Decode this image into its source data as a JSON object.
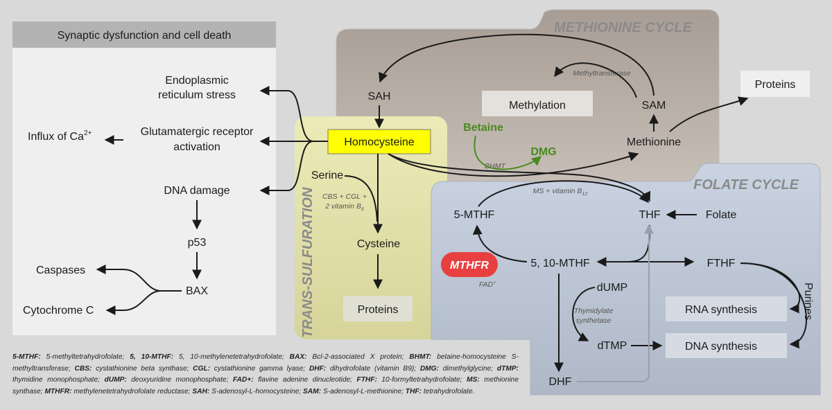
{
  "panel_title": "Synaptic dysfunction and cell death",
  "cycles": {
    "methionine": "METHIONINE CYCLE",
    "folate": "FOLATE CYCLE",
    "transsulfuration": "TRANS-SULFURATION"
  },
  "nodes": {
    "er_stress_1": "Endoplasmic",
    "er_stress_2": "reticulum stress",
    "influx_ca": "Influx of Ca",
    "influx_ca_sup": "2+",
    "glut_1": "Glutamatergic receptor",
    "glut_2": "activation",
    "dna_damage": "DNA damage",
    "p53": "p53",
    "caspases": "Caspases",
    "bax": "BAX",
    "cytochrome_c": "Cytochrome C",
    "sah": "SAH",
    "homocysteine": "Homocysteine",
    "methylation": "Methylation",
    "sam": "SAM",
    "methionine": "Methionine",
    "proteins_top": "Proteins",
    "betaine": "Betaine",
    "dmg": "DMG",
    "serine": "Serine",
    "cysteine": "Cysteine",
    "proteins_bottom": "Proteins",
    "mthf5": "5-MTHF",
    "thf": "THF",
    "folate": "Folate",
    "mthfr": "MTHFR",
    "mthf510": "5, 10-MTHF",
    "fthf": "FTHF",
    "dump": "dUMP",
    "rna_synthesis": "RNA synthesis",
    "dtmp": "dTMP",
    "dna_synthesis": "DNA synthesis",
    "dhf": "DHF",
    "purines": "Purines"
  },
  "enzymes": {
    "methyltransferase": "Methyltransferase",
    "bhmt": "BHMT",
    "cbs_1": "CBS + CGL +",
    "cbs_2": "2 vitamin B",
    "cbs_sub": "6",
    "ms": "MS + vitamin B",
    "ms_sub": "12",
    "fad": "FAD",
    "fad_sup": "+",
    "thym_1": "Thymidylate",
    "thym_2": "synthetase"
  },
  "legend": [
    {
      "abbr": "5-MTHF:",
      "text": " 5-methyltetrahydrofolate; "
    },
    {
      "abbr": "5, 10-MTHF:",
      "text": " 5, 10-methylenetetrahydrofolate; "
    },
    {
      "abbr": "BAX:",
      "text": " Bcl-2-associated X protein; "
    },
    {
      "abbr": "BHMT:",
      "text": " betaine-homocysteine S-methyltransferase; "
    },
    {
      "abbr": "CBS:",
      "text": " cystathionine beta synthase; "
    },
    {
      "abbr": "CGL:",
      "text": " cystathionine gamma lyase; "
    },
    {
      "abbr": "DHF:",
      "text": " dihydrofolate (vitamin B9); "
    },
    {
      "abbr": "DMG:",
      "text": " dimethylglycine; "
    },
    {
      "abbr": "dTMP:",
      "text": " thymidine monophosphate; "
    },
    {
      "abbr": "dUMP:",
      "text": " deoxyuridine monophosphate; "
    },
    {
      "abbr": "FAD+:",
      "text": " flavine adenine dinucleotide; "
    },
    {
      "abbr": "FTHF:",
      "text": " 10-formyltetrahydrofolate; "
    },
    {
      "abbr": "MS:",
      "text": " methionine synthase; "
    },
    {
      "abbr": "MTHFR:",
      "text": " methylenetetrahydrofolate reductase; "
    },
    {
      "abbr": "SAH:",
      "text": " S-adenosyl-L-homocysteine; "
    },
    {
      "abbr": "SAM:",
      "text": " S-adenosyl-L-methionine; "
    },
    {
      "abbr": "THF:",
      "text": " tetrahydrofolate."
    }
  ],
  "colors": {
    "homocysteine_box": "#ffff00",
    "mthfr_pill": "#e84040",
    "betaine_green": "#4a8a1e"
  }
}
